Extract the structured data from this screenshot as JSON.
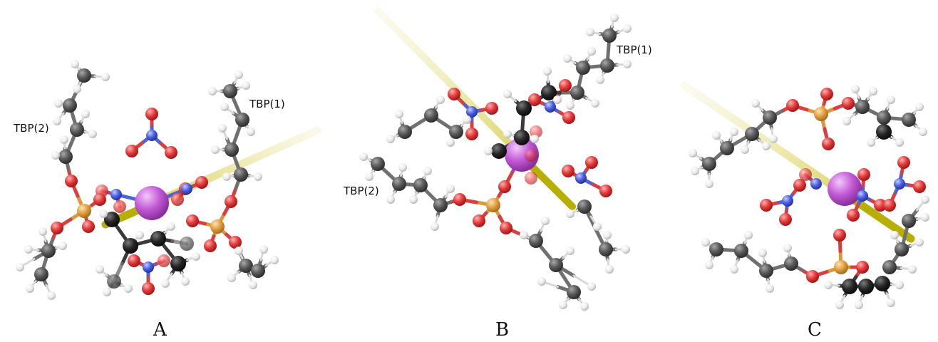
{
  "panels": [
    {
      "id": "A",
      "caption": "A",
      "labels": [
        "TBP(1)",
        "TBP(2)"
      ]
    },
    {
      "id": "B",
      "caption": "B",
      "labels": [
        "TBP(1)",
        "TBP(2)"
      ]
    },
    {
      "id": "C",
      "caption": "C",
      "labels": []
    }
  ],
  "colors": {
    "metal": "#c25ad6",
    "oxygen": "#e23a3a",
    "nitrogen": "#4a5fe0",
    "phosphorus": "#e0a040",
    "carbon": "#555555",
    "carbon_dark": "#222222",
    "hydrogen": "#f2f2f2",
    "axis": "#e2d91a"
  }
}
